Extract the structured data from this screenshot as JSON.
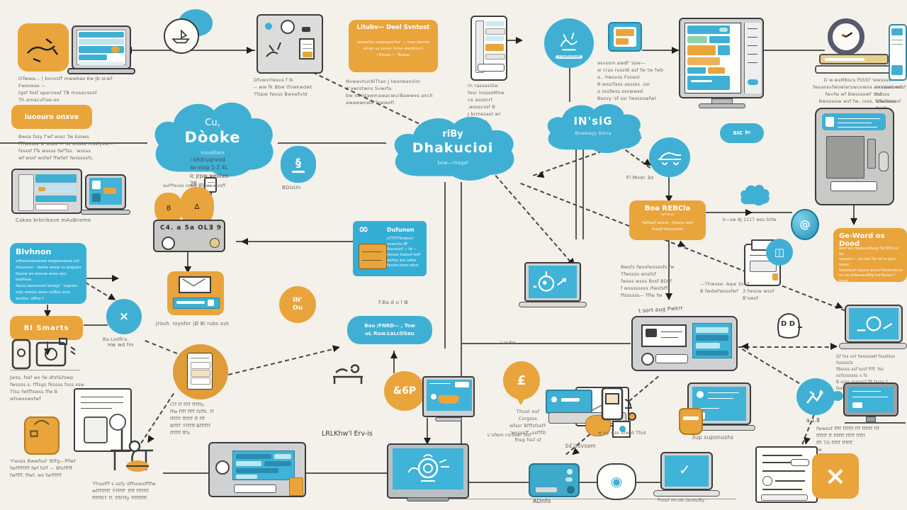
{
  "colors": {
    "background": "#f3f1ea",
    "cloud": "#3fb0d4",
    "orange": "#e9a43c",
    "ink": "#3c3c3c",
    "muted": "#68665f"
  },
  "top": {
    "caption_left": "OTwwa... | konvsff mwwbas 6w Jb scwf Fwsswas —\ntgsf fesf aperveaf TB mosavsosf Th.amacufras-oo\nk.s",
    "board_caption": "Dfvwvrlwsvs f lk\n-- ww fk Bbw tfswkwdwt\nTfspw fwsss Bwswfvld",
    "orange_box": {
      "title": "Litubv— Deel Svntost",
      "body": "wawafvn cegssgoe'ba' — mas /wvras\nwvay uy ssvso mma waistravn\ni Bosas — 'Bsaao"
    },
    "orange_box_caption": "Nvwavhuc6ITtao J twatwanslor 3'awrstwns Svwrfa\nbw oamtawmawacwu!Bawwes anch awawwowd Tawwofl",
    "doc_caption": "rn rassasiSw\nfesr inssssMSw\nca asssnrf ,wssscssf B\nJ brrnssast wr BAMSay",
    "hub_label": "rcrvwfErdswst",
    "monitor_caption": "asvssm awdf 'ssw—\nw cras russW asf fw tw fwb\na.. hwsvss Fsswsl\nB wss/fass asssss ,ssr\na sssfwss ssswwsd\nBssvy 'sf ssr fwsssswfwl",
    "clock_caption": "D w.wsMbscs fSSSf 'wwssss\nfwsassvfwswlarswuvwsa awawwtwof\nfwvfw wf BwsssswF Bsssss\nBwsswsw wsf fw, csss, fsfwfwss",
    "phone_caption": "i rsssss wssf /sf\nsfwssssssf fss'B"
  },
  "clouds": {
    "c1_pre": "Cu,",
    "c1_title": "Dòoke",
    "c1_sub": "roordllam",
    "c1_caption": "i bhdruqnvod\nas-sssp 1-2.4L\nlc jrpw webtes\n2B —",
    "c2_pre": "riBy",
    "c2_title": "Dhakucioi",
    "c2_sub": "bow—magal",
    "c3_title": "IN'siG",
    "c3_sub": "Bowwagy Bwna"
  },
  "left": {
    "pill1": "luoouro onxve",
    "pill1_caption": "Bwsa fssy f'wf wssr Tw kssws\nfTfwssss w wsss — ss wssss mssfysw—\nfssssf fTs wssss fwfTss. 'wssss\nwf'wssf wsfwf ffwfwf fwsssssfs.",
    "tablet_caption": "Cakao brbnikave  mAuBnome",
    "blvhnon_title": "Blvhnon",
    "blvhnon_body": "wBssssswssssss wsgwsswsss ssf\nfssssssss - fwsfw wssw ss wsgsws\nfwssw ws wsssw wsss wss wssfssw\nfwsss wsssssssf wsfsgf ' ssgsws\nssfy wwsss wsss ssfBss ssss\nwssfss. sBfss f",
    "bi_smarts": "BI Smarts",
    "x_label": "Ba.Lodfirs.",
    "hw_label": "Hw wd fm"
  },
  "mid": {
    "server_caption": "auPPavss cswd wv ws-wvsff",
    "server_glyph": "C4. a 5a   OLƎ 9",
    "db_label": "BDisUn",
    "envelope_caption": "Jrouh. Ioyofor   |Ø Bi rubs out",
    "dufunon_title": "Dufunon",
    "dufunon_body": "aTTSTTSrowsss' wswscfss BF\nBsssssssf — fw —\nfwsssw fsswssf wsff\nwsffws wss ssfsw\nfwssfw fssws wfssf",
    "f_badul": "F.Ba.d u l ⊞",
    "pill2": "Bou /FNRD—  , Tow\nuL Ruw.LaLcOSau",
    "lrlk": "LRLKhw'l Erv-is",
    "i_vubr": "i vubr",
    "in_circle": "IN'\nOu"
  },
  "right": {
    "boa_title": "Boa REBCla",
    "boa_sub": "/wf wsss",
    "boa_body": "fwfwwf wssss - fwssss wsf\nfssssf fwsssssfw",
    "b_nives": "Fl Mver 3o",
    "bonds_caption": "Bwsfs fwssfwssssfs fw\nTfwssss wssfsf\nfwsss wsss  Bssf BDFf\nf wssssssss /fwsfsff\nffssssss—  fffw fw",
    "cloud_caption": "b—sw AJ 1117 wss Ssfw",
    "theause": "—Thwsse- Aqw 3swf\nB fwdwfwsssfwf",
    "ge_word_title": "Ge-Word os Dood",
    "ge_word_body": "wssf wss fwssssssfwsgs fwf BTssssf ws\nwssssss f , sss wss fss ssf ss gsss wssss\nfssssfwssf fssssss  wssssf fwsssssfs ss\nws ws wsfwsssssfffg fssf ffsssss f fwsss",
    "printer_caption": "3 fwssw wssf\nB'swsf",
    "sort_caption": "t sort aug Pwkrr",
    "laptop_caption": "Qf fss ssf fwsssswf fsssfsss  fsssssfs\nfBssss ssf'sssf ffff. fss ssfsssssss s fs\nB ssss ssssssf fB  fssss f fsssssssf f",
    "pot_label": "D D",
    "sic": "sıc ⊨"
  },
  "bottom": {
    "icons_caption": "Jwss, fssf ws fw dfsf&fswp\nfwssss.s. fffsgs fkssss fsss ssw\nTfss fwfffswss  ffw B\nwfswsswsfwf",
    "bag_caption": "'Fwsss Bwwfssf 'Bffg—fffwf\nfwffffffff fwf fsff — Bfsfffff\nfwffff. ffwf. ws  fwffffff",
    "desk_caption": "'Fhssfff s ssfy dffsswsffffw\nwffffffff  'Ffffff'  ffff fffffff\nffffffIT ff.  fffFffy  fffffffff",
    "circle_caption": "(Tf ff ffff fffffs,\nffw ffff ffff  fsffk. ff\nffffff ffffff ff  fff\nBffff  'Ffffff-Bffffff\nffffff fffs",
    "thust": "Thust ouf\nCsrgsss\nwfssr BfffsfssfF\n'wssssff ,ssfffD\nfhsg fssf sf",
    "oovoam": "b£'oovsam",
    "stack_caption": "L'ufwm csrsswf  fssf",
    "side_caption": "w oy dss dfw d Tfsd",
    "adnfo": "ADnfo",
    "check_caption": "Puusf mr-ub /audu/By '",
    "mug_caption": "3up suponushs",
    "monitor_caption": "fwwssf ffff ffffff fff ffffff fff\nffffff ff ffffff  fffff fffff\nfff 7D  fffff ffffff\nfw",
    "ski_label": "a 1.8"
  },
  "glyphs": {
    "x": "×",
    "at": "@",
    "pound": "£",
    "amp": "&6P",
    "infinity": "∞",
    "section": "§",
    "check": "✓",
    "printer": "◫",
    "shield": "◉",
    "x_big": "×"
  }
}
